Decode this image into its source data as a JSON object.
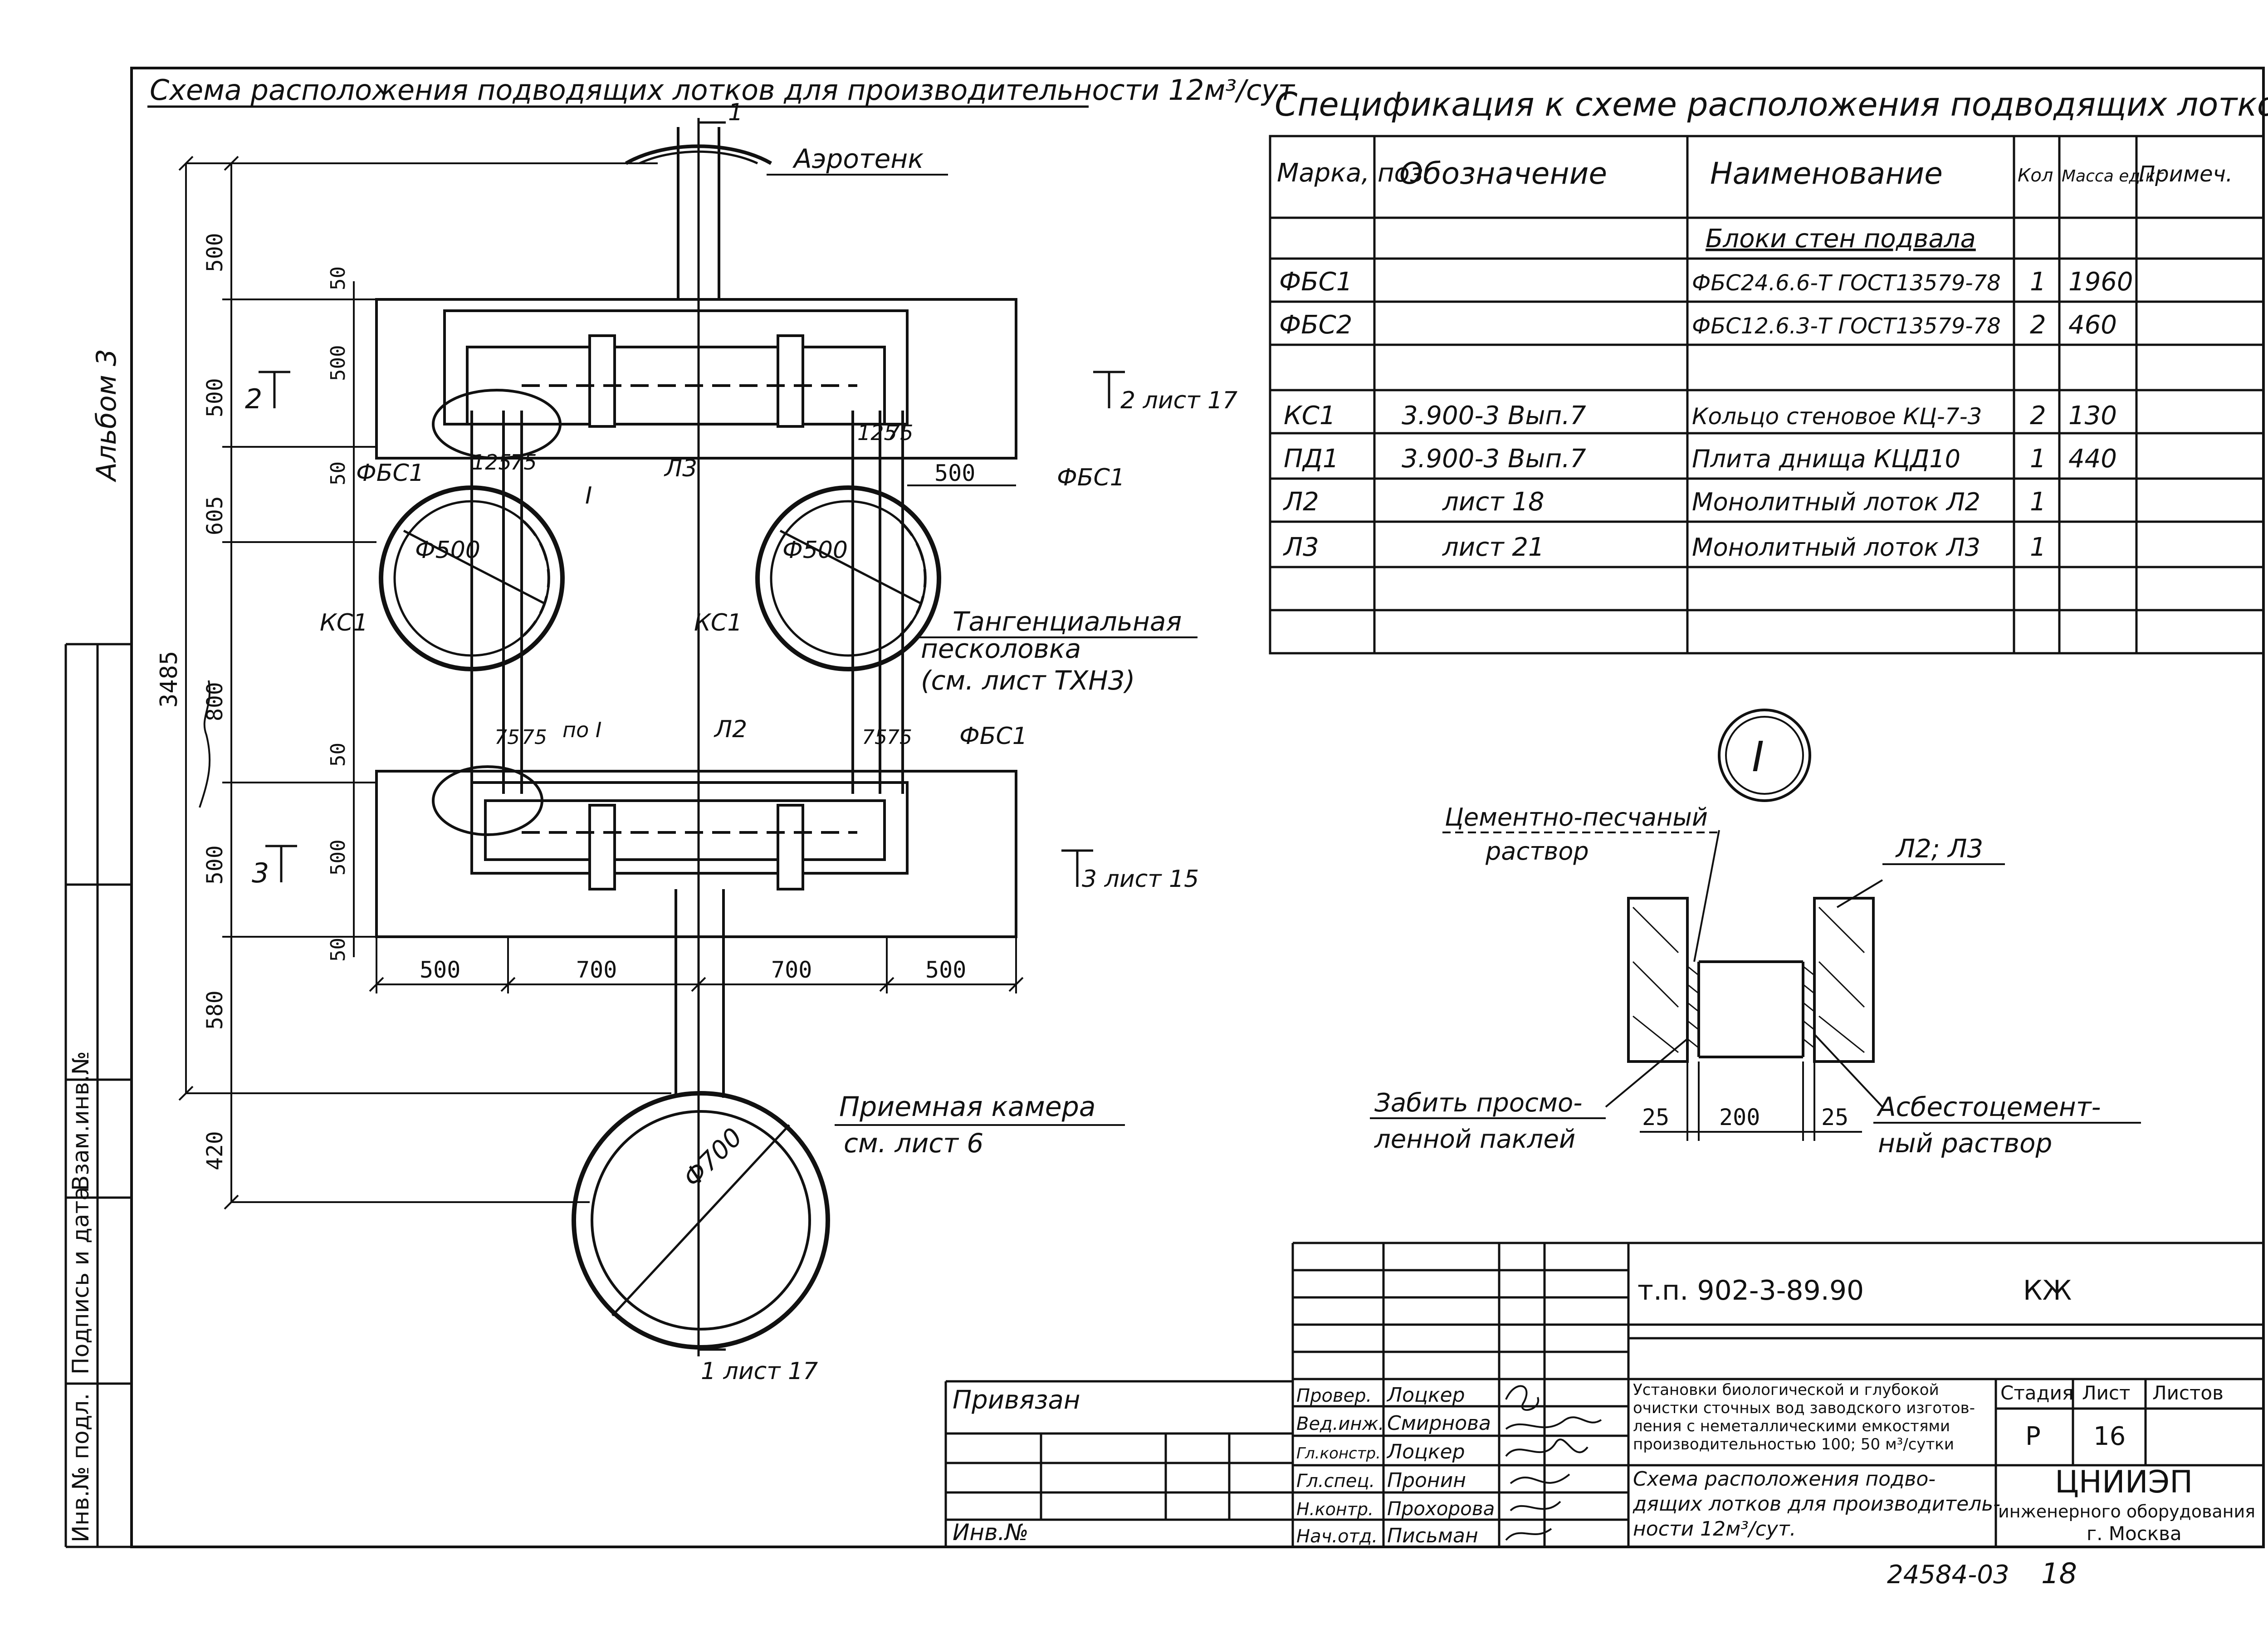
{
  "drawing": {
    "plan_title": "Схема расположения подводящих лотков для производительности 12м³/сут",
    "album": "Альбом 3",
    "labels": {
      "aerotank": "Аэротенк",
      "tangential": "Тангенциальная",
      "sandtrap": "песколовка",
      "sandtrap_ref": "(см. лист ТХН3)",
      "receiving": "Приемная камера",
      "receiving_ref": "см. лист 6",
      "fbs1_left": "ФБС1",
      "fbs1_right": "ФБС1",
      "fbs1_mid": "ФБС1",
      "kc1_left": "КС1",
      "kc1_right": "КС1",
      "l3": "Л3",
      "l2": "Л2",
      "node_i": "I",
      "po_i": "по I",
      "phi500_left": "Ф500",
      "phi500_right": "Ф500",
      "phi700": "Ф700",
      "cut2_left": "2",
      "cut2_right": "2 лист 17",
      "cut3_left": "3",
      "cut3_right": "3 лист 15",
      "cut1_top": "1",
      "cut1_bottom": "1 лист 17",
      "d125": "125",
      "d75": "75",
      "d75b": "75",
      "d125b": "125",
      "d75c": "75",
      "d75d": "75",
      "d75e": "75",
      "d75f": "75"
    },
    "dims_vertical": [
      "500",
      "50",
      "500",
      "50",
      "605",
      "800",
      "50",
      "500",
      "50",
      "580",
      "420"
    ],
    "dims_inner": [
      "50",
      "500",
      "50",
      "50",
      "500",
      "50"
    ],
    "dim_total": "3485",
    "dims_horizontal": [
      "500",
      "700",
      "700",
      "500"
    ],
    "dim_500_right": "500"
  },
  "spec": {
    "title": "Спецификация к схеме расположения подводящих лотков",
    "headers": [
      "Марка, поз.",
      "Обозначение",
      "Наименование",
      "Кол",
      "Масса ед.кг",
      "Примеч."
    ],
    "rows": [
      [
        "",
        "",
        "Блоки стен подвала",
        "",
        "",
        ""
      ],
      [
        "ФБС1",
        "",
        "ФБС24.6.6-Т ГОСТ13579-78",
        "1",
        "1960",
        ""
      ],
      [
        "ФБС2",
        "",
        "ФБС12.6.3-Т ГОСТ13579-78",
        "2",
        "460",
        ""
      ],
      [
        "",
        "",
        "",
        "",
        "",
        ""
      ],
      [
        "КС1",
        "3.900-3 Вып.7",
        "Кольцо стеновое КЦ-7-3",
        "2",
        "130",
        ""
      ],
      [
        "ПД1",
        "3.900-3 Вып.7",
        "Плита днища КЦД10",
        "1",
        "440",
        ""
      ],
      [
        "Л2",
        "лист 18",
        "Монолитный лоток Л2",
        "1",
        "",
        ""
      ],
      [
        "Л3",
        "лист 21",
        "Монолитный лоток Л3",
        "1",
        "",
        ""
      ],
      [
        "",
        "",
        "",
        "",
        "",
        ""
      ],
      [
        "",
        "",
        "",
        "",
        "",
        ""
      ]
    ]
  },
  "detail": {
    "marker": "I",
    "cement_mortar_1": "Цементно-песчаный",
    "cement_mortar_2": "раствор",
    "l2l3": "Л2; Л3",
    "tow_1": "Забить просмо-",
    "tow_2": "ленной паклей",
    "asb_1": "Асбестоцемент-",
    "asb_2": "ный раствор",
    "dim_25a": "25",
    "dim_200": "200",
    "dim_25b": "25"
  },
  "stamp": {
    "code": "т.п. 902-3-89.90",
    "mark": "КЖ",
    "project_desc": [
      "Установки биологической и глубокой",
      "очистки сточных вод заводского изготов-",
      "ления с неметаллическими емкостями",
      "производительностью 100; 50 м³/сутки"
    ],
    "sheet_title": [
      "Схема расположения подво-",
      "дящих лотков для производитель-",
      "ности 12м³/сут."
    ],
    "stage_label": "Стадия",
    "sheet_label": "Лист",
    "sheets_label": "Листов",
    "stage": "Р",
    "sheet": "16",
    "org": [
      "ЦНИИЭП",
      "инженерного оборудования",
      "г. Москва"
    ],
    "roles": [
      {
        "role": "Провер.",
        "name": "Лоцкер"
      },
      {
        "role": "Вед.инж.",
        "name": "Смирнова"
      },
      {
        "role": "Гл.констр.",
        "name": "Лоцкер"
      },
      {
        "role": "Гл.спец.",
        "name": "Пронин"
      },
      {
        "role": "Н.контр.",
        "name": "Прохорова"
      },
      {
        "role": "Нач.отд.",
        "name": "Письман"
      }
    ],
    "attached": "Привязан",
    "inv": "Инв.№",
    "footer_code": "24584-03",
    "footer_num": "18",
    "left_strip": [
      "Инв.№ подл.",
      "Подпись и дата",
      "Взам.инв.№"
    ]
  }
}
